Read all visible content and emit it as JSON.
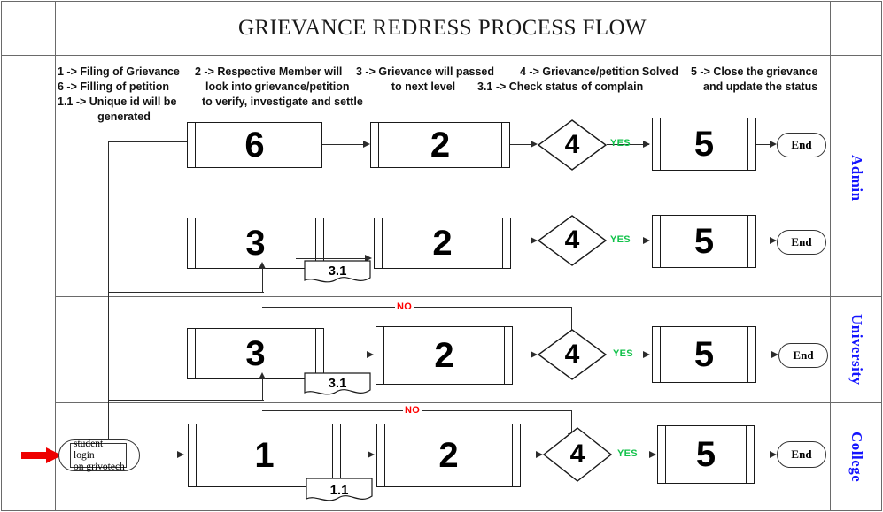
{
  "page": {
    "title": "GRIEVANCE REDRESS PROCESS FLOW",
    "colors": {
      "lane_label": "#1414ff",
      "yes_label": "#11c24a",
      "no_label": "#ff0000",
      "start_arrow": "#ff0000",
      "shape_outline": "#1a1a1a",
      "table_border": "#6a6a6a"
    }
  },
  "legend": {
    "columns": [
      {
        "lines": [
          "1 -> Filing of Grievance",
          "6 -> Filling of petition",
          "1.1 -> Unique id will be",
          "generated"
        ]
      },
      {
        "lines": [
          "2 -> Respective Member will",
          "look into grievance/petition",
          "to verify, investigate and settle"
        ]
      },
      {
        "lines": [
          "3 -> Grievance will passed",
          "to next level"
        ]
      },
      {
        "lines": [
          "4 -> Grievance/petition Solved",
          "3.1 -> Check status of complain"
        ]
      },
      {
        "lines": [
          "5 -> Close the grievance",
          "and update the status"
        ]
      }
    ]
  },
  "lanes": [
    {
      "label": "Admin"
    },
    {
      "label": "University"
    },
    {
      "label": "College"
    }
  ],
  "start_node": {
    "line1": "student login",
    "line2": "on grivotech"
  },
  "rows": [
    {
      "name": "admin-petition-row",
      "steps": [
        "6",
        "2",
        "4",
        "5"
      ],
      "decision_yes": "YES",
      "end_label": "End",
      "note": null
    },
    {
      "name": "admin-grievance-row",
      "steps": [
        "3",
        "2",
        "4",
        "5"
      ],
      "decision_yes": "YES",
      "end_label": "End",
      "note": "3.1"
    },
    {
      "name": "university-row",
      "steps": [
        "3",
        "2",
        "4",
        "5"
      ],
      "decision_yes": "YES",
      "end_label": "End",
      "note": "3.1",
      "decision_no": "NO"
    },
    {
      "name": "college-row",
      "steps": [
        "1",
        "2",
        "4",
        "5"
      ],
      "decision_yes": "YES",
      "end_label": "End",
      "note": "1.1",
      "decision_no": "NO"
    }
  ],
  "feedback_labels": {
    "university_no": "NO",
    "college_no": "NO"
  }
}
